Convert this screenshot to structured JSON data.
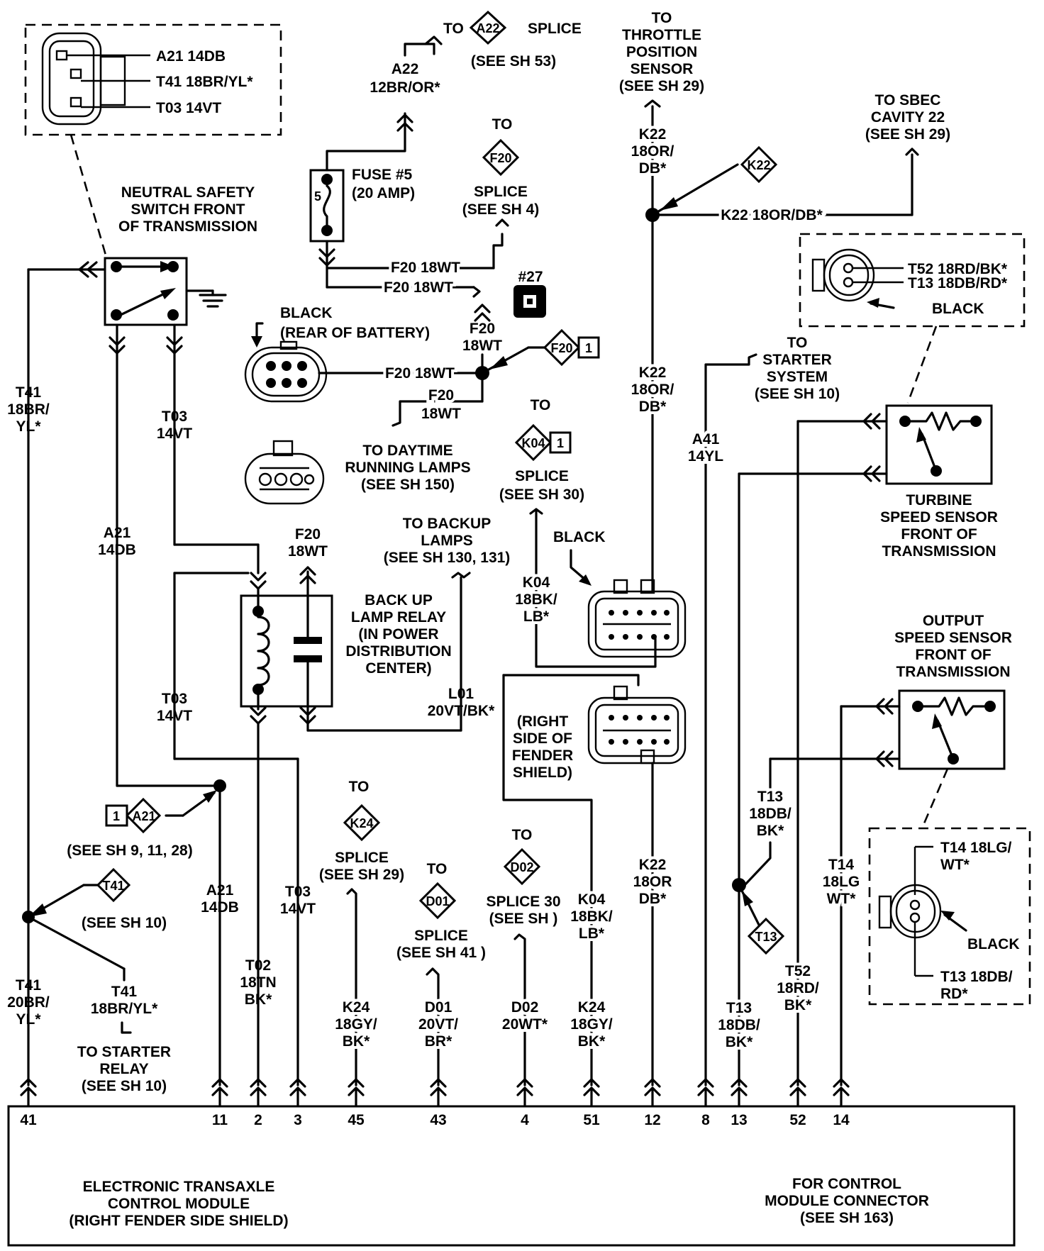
{
  "nss": {
    "title": [
      "NEUTRAL SAFETY",
      "SWITCH FRONT",
      "OF TRANSMISSION"
    ],
    "pins": [
      "A21 14DB",
      "T41 18BR/YL*",
      "T03 14VT"
    ]
  },
  "fuse": {
    "number": "5",
    "label": [
      "FUSE #5",
      "(20 AMP)"
    ]
  },
  "a22": {
    "to": "TO",
    "tag": "A22",
    "splice": "SPLICE",
    "ref": "(SEE SH 53)",
    "wire": [
      "A22",
      "12BR/OR*"
    ]
  },
  "f20": {
    "to": "TO",
    "tag": "F20",
    "splice": "SPLICE",
    "ref": "(SEE SH 4)",
    "wire_a": "F20 18WT",
    "wire_b": "F20 18WT",
    "vert": [
      "F20",
      "18WT"
    ],
    "tag_num": "1",
    "battery_wire": "F20 18WT",
    "down": [
      "F20",
      "18WT"
    ],
    "relay_in": [
      "F20",
      "18WT"
    ]
  },
  "conn27": "#27",
  "battery_conn": [
    "BLACK",
    "(REAR OF BATTERY)"
  ],
  "drl": [
    "TO DAYTIME",
    "RUNNING LAMPS",
    "(SEE SH 150)"
  ],
  "tps": [
    "TO",
    "THROTTLE",
    "POSITION",
    "SENSOR",
    "(SEE SH 29)"
  ],
  "k22": {
    "upper": [
      "K22",
      "18OR/",
      "DB*"
    ],
    "tag": "K22",
    "horiz": "K22 18OR/DB*",
    "mid": [
      "K22",
      "18OR/",
      "DB*"
    ],
    "low": [
      "K22",
      "18OR",
      "DB*"
    ]
  },
  "sbec": [
    "TO SBEC",
    "CAVITY 22",
    "(SEE SH 29)"
  ],
  "conn_top_right": {
    "pins": [
      "T52 18RD/BK*",
      "T13 18DB/RD*"
    ],
    "color": "BLACK"
  },
  "starter_sys": [
    "TO",
    "STARTER",
    "SYSTEM",
    "(SEE SH 10)"
  ],
  "a41": [
    "A41",
    "14YL"
  ],
  "turbine": [
    "TURBINE",
    "SPEED SENSOR",
    "FRONT OF",
    "TRANSMISSION"
  ],
  "output": [
    "OUTPUT",
    "SPEED SENSOR",
    "FRONT OF",
    "TRANSMISSION"
  ],
  "conn_bottom_right": {
    "pins": [
      "T14 18LG/",
      "WT*",
      "T13 18DB/",
      "RD*"
    ],
    "color": "BLACK"
  },
  "k04": {
    "to": "TO",
    "tag": "K04",
    "tag_num": "1",
    "splice": "SPLICE",
    "ref": "(SEE SH 30)",
    "wire": [
      "K04",
      "18BK/",
      "LB*"
    ],
    "low": [
      "K04",
      "18BK/",
      "LB*"
    ]
  },
  "black_conn": "BLACK",
  "fender": [
    "(RIGHT",
    "SIDE OF",
    "FENDER",
    "SHIELD)"
  ],
  "backup_lamps": [
    "TO BACKUP",
    "LAMPS",
    "(SEE SH 130, 131)"
  ],
  "relay": [
    "BACK UP",
    "LAMP RELAY",
    "(IN POWER",
    "DISTRIBUTION",
    "CENTER)"
  ],
  "l01": [
    "L01",
    "20VT/BK*"
  ],
  "t03": {
    "upper": [
      "T03",
      "14VT"
    ],
    "mid": [
      "T03",
      "14VT"
    ],
    "low": [
      "T03",
      "14VT"
    ]
  },
  "a21": {
    "upper": [
      "A21",
      "14DB"
    ],
    "tag": "A21",
    "tag_num": "1",
    "ref": "(SEE SH 9, 11, 28)",
    "low": [
      "A21",
      "14DB"
    ]
  },
  "t41": {
    "upper": [
      "T41",
      "18BR/",
      "YL*"
    ],
    "tag": "T41",
    "ref": "(SEE SH 10)",
    "low": [
      "T41",
      "20BR/",
      "YL*"
    ],
    "branch": [
      "T41",
      "18BR/YL*"
    ]
  },
  "starter_relay": [
    "TO STARTER",
    "RELAY",
    "(SEE SH 10)"
  ],
  "t02": [
    "T02",
    "18TN",
    "BK*"
  ],
  "k24": {
    "to": "TO",
    "tag": "K24",
    "splice": "SPLICE",
    "ref": "(SEE SH 29)",
    "wire": [
      "K24",
      "18GY/",
      "BK*"
    ],
    "wire2": [
      "K24",
      "18GY/",
      "BK*"
    ]
  },
  "d01": {
    "to": "TO",
    "tag": "D01",
    "splice": "SPLICE",
    "ref": "(SEE SH 41 )",
    "wire": [
      "D01",
      "20VT/",
      "BR*"
    ]
  },
  "d02": {
    "to": "TO",
    "tag": "D02",
    "splice": "SPLICE 30",
    "ref": "(SEE SH )",
    "wire": [
      "D02",
      "20WT*"
    ]
  },
  "t13": {
    "upper": [
      "T13",
      "18DB/",
      "BK*"
    ],
    "tag": "T13",
    "low": [
      "T13",
      "18DB/",
      "BK*"
    ]
  },
  "t52": [
    "T52",
    "18RD/",
    "BK*"
  ],
  "t14": [
    "T14",
    "18LG",
    "WT*"
  ],
  "module": {
    "pins": [
      "41",
      "11",
      "2",
      "3",
      "45",
      "43",
      "4",
      "51",
      "12",
      "8",
      "13",
      "52",
      "14"
    ],
    "name": [
      "ELECTRONIC TRANSAXLE",
      "CONTROL MODULE",
      "(RIGHT FENDER SIDE SHIELD)"
    ],
    "note": [
      "FOR CONTROL",
      "MODULE CONNECTOR",
      "(SEE SH 163)"
    ]
  }
}
